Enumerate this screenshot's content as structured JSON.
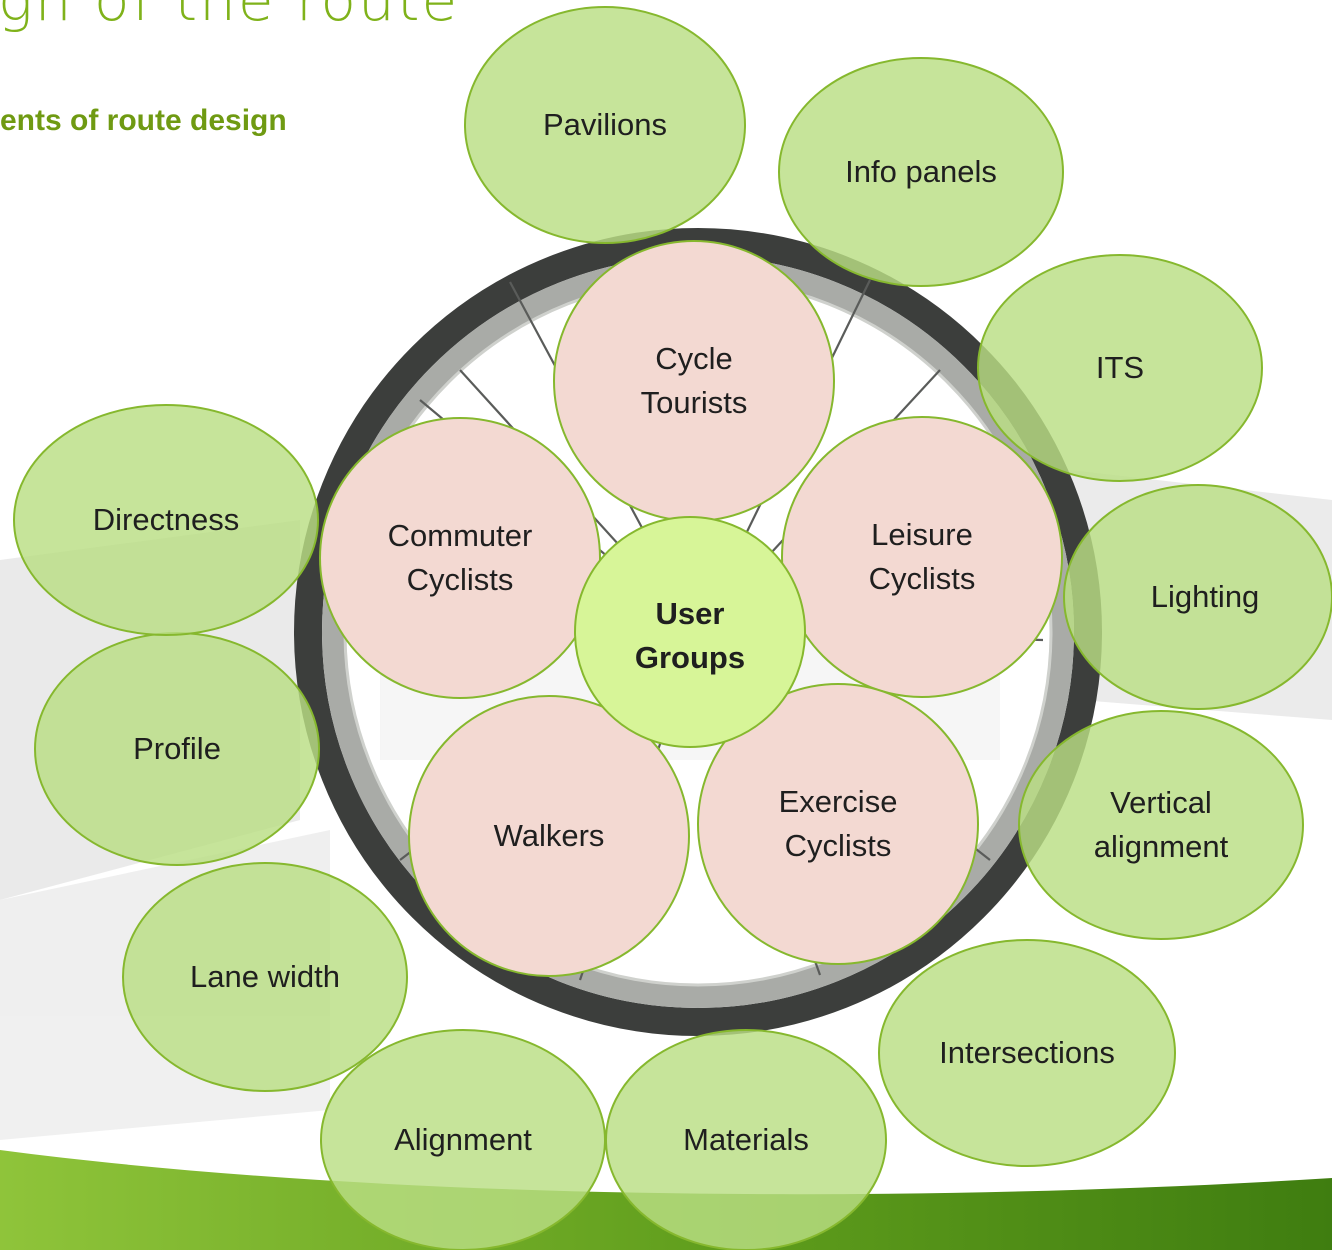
{
  "title": "gn of the route",
  "subtitle": "ents of route design",
  "center": {
    "line1": "User",
    "line2": "Groups"
  },
  "user_groups": [
    {
      "line1": "Cycle",
      "line2": "Tourists"
    },
    {
      "line1": "Commuter",
      "line2": "Cyclists"
    },
    {
      "line1": "Leisure",
      "line2": "Cyclists"
    },
    {
      "line1": "Walkers",
      "line2": ""
    },
    {
      "line1": "Exercise",
      "line2": "Cyclists"
    }
  ],
  "elements": [
    {
      "line1": "Pavilions",
      "line2": ""
    },
    {
      "line1": "Info panels",
      "line2": ""
    },
    {
      "line1": "ITS",
      "line2": ""
    },
    {
      "line1": "Lighting",
      "line2": ""
    },
    {
      "line1": "Vertical",
      "line2": "alignment"
    },
    {
      "line1": "Intersections",
      "line2": ""
    },
    {
      "line1": "Materials",
      "line2": ""
    },
    {
      "line1": "Alignment",
      "line2": ""
    },
    {
      "line1": "Lane width",
      "line2": ""
    },
    {
      "line1": "Profile",
      "line2": ""
    },
    {
      "line1": "Directness",
      "line2": ""
    }
  ],
  "colors": {
    "title": "#7fb21a",
    "subtitle": "#6f9a12",
    "outer_fill": "#b9de84",
    "outer_stroke": "#86b82e",
    "group_fill": "#f3d9d2",
    "group_stroke": "#86b82e",
    "center_fill": "#d7f598",
    "wheel_tire": "#3c3e3c",
    "wheel_rim": "#a9aba7",
    "wave": "#6aa51f"
  }
}
